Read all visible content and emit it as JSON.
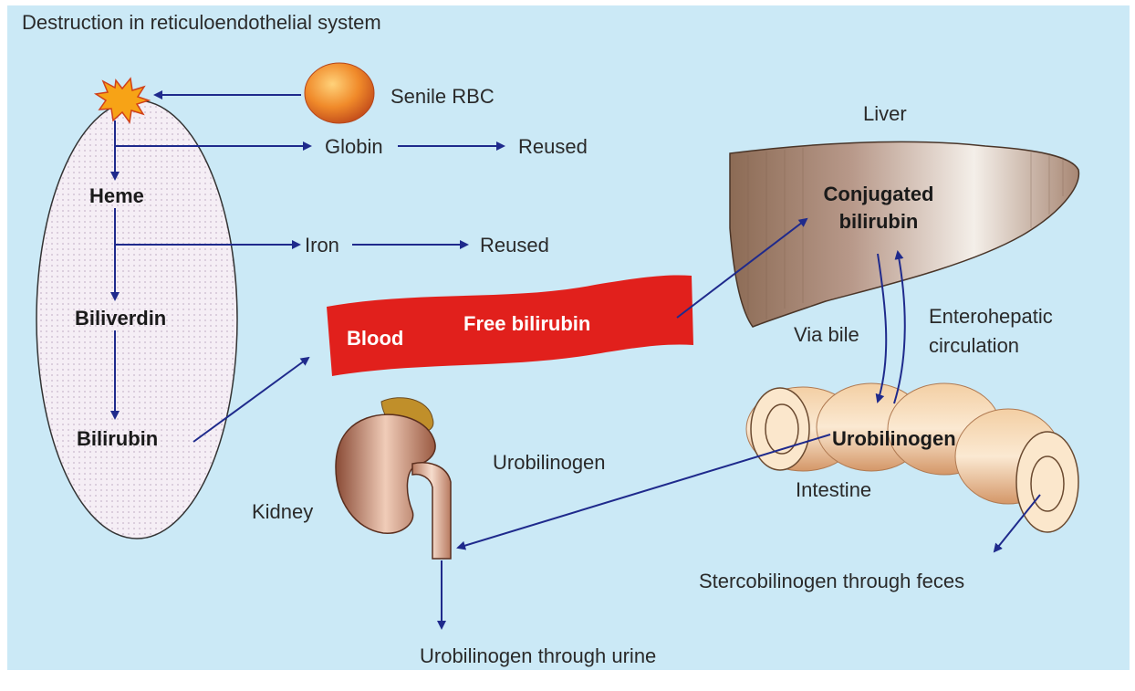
{
  "labels": {
    "destruction": "Destruction in reticuloendothelial system",
    "senile_rbc": "Senile RBC",
    "globin": "Globin",
    "globin_reused": "Reused",
    "heme": "Heme",
    "iron": "Iron",
    "iron_reused": "Reused",
    "biliverdin": "Biliverdin",
    "bilirubin": "Bilirubin",
    "blood": "Blood",
    "free_bilirubin": "Free bilirubin",
    "liver": "Liver",
    "conjugated_line1": "Conjugated",
    "conjugated_line2": "bilirubin",
    "via_bile": "Via bile",
    "enterohepatic_line1": "Enterohepatic",
    "enterohepatic_line2": "circulation",
    "urobilinogen_intestine": "Urobilinogen",
    "intestine": "Intestine",
    "urobilinogen_kidney": "Urobilinogen",
    "kidney": "Kidney",
    "stercobilinogen": "Stercobilinogen through feces",
    "urine": "Urobilinogen through urine"
  },
  "colors": {
    "background": "#cbe9f6",
    "arrow": "#1f2a8c",
    "blood": "#e1201c",
    "liver": "#a98a74",
    "intestine": "#e6b58a",
    "kidney": "#a2624a",
    "rbc": "#ef7d2a"
  }
}
